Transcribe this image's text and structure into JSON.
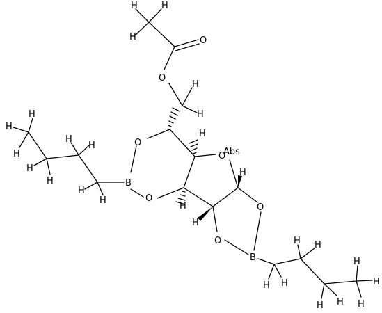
{
  "molecule": {
    "atoms": {
      "acetyl_o_carbonyl": "O",
      "acetyl_o_ester": "O",
      "ring_o_top": "O",
      "ring_o_left_top": "O",
      "ring_o_left_bottom": "O",
      "ring_o_right_top": "O",
      "ring_o_right_bottom": "O",
      "boron_left": "B",
      "boron_right": "B",
      "abs_label": "Abs",
      "h": "H"
    }
  }
}
